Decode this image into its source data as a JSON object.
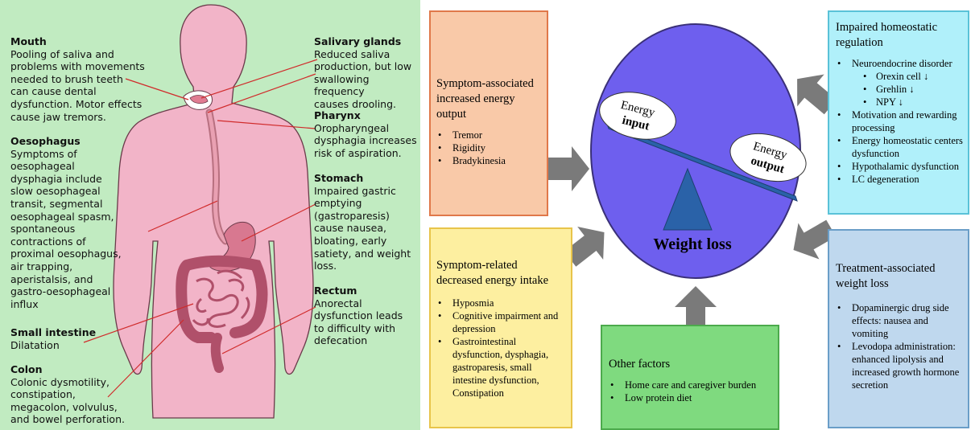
{
  "anatomy": {
    "mouth": {
      "title": "Mouth",
      "lines": [
        "Pooling of saliva and",
        "problems with movements",
        "needed to brush teeth",
        "can cause dental",
        "dysfunction. Motor effects",
        "cause jaw tremors."
      ]
    },
    "oesophagus": {
      "title": "Oesophagus",
      "lines": [
        "Symptoms of",
        "oesophageal",
        "dysphagia include",
        "slow oesophageal",
        "transit, segmental",
        "oesophageal spasm,",
        "spontaneous",
        "contractions of",
        "proximal oesophagus,",
        "air trapping,",
        "aperistalsis, and",
        "gastro-oesophageal",
        "influx"
      ]
    },
    "small_intestine": {
      "title": "Small intestine",
      "lines": [
        "Dilatation"
      ]
    },
    "colon": {
      "title": "Colon",
      "lines": [
        "Colonic dysmotility,",
        "constipation,",
        "megacolon, volvulus,",
        "and bowel perforation."
      ]
    },
    "salivary": {
      "title": "Salivary glands",
      "lines": [
        "Reduced saliva",
        "production, but low",
        "swallowing frequency",
        "causes drooling."
      ]
    },
    "pharynx": {
      "title": "Pharynx",
      "lines": [
        "Oropharyngeal",
        "dysphagia increases",
        "risk of aspiration."
      ]
    },
    "stomach": {
      "title": "Stomach",
      "lines": [
        "Impaired gastric",
        "emptying",
        "(gastroparesis)",
        "cause nausea,",
        "bloating, early",
        "satiety, and weight",
        "loss."
      ]
    },
    "rectum": {
      "title": "Rectum",
      "lines": [
        "Anorectal",
        "dysfunction leads",
        "to difficulty with",
        "defecation"
      ]
    }
  },
  "boxes": {
    "output": {
      "title_lines": [
        "Symptom-associated",
        "increased energy output"
      ],
      "items": [
        "Tremor",
        "Rigidity",
        "Bradykinesia"
      ]
    },
    "intake": {
      "title_lines": [
        "Symptom-related",
        "decreased energy intake"
      ],
      "items": [
        "Hyposmia",
        "Cognitive impairment and depression",
        "Gastrointestinal dysfunction, dysphagia, gastroparesis, small intestine dysfunction, Constipation"
      ]
    },
    "other": {
      "title_lines": [
        "Other factors"
      ],
      "items": [
        "Home care and caregiver burden",
        "Low protein diet"
      ]
    },
    "homeostatic": {
      "title_lines": [
        "Impaired homeostatic",
        "regulation"
      ],
      "items": [
        "Neuroendocrine disorder",
        "Orexin cell ↓",
        "Grehlin ↓",
        "NPY ↓",
        "Motivation and rewarding processing",
        "Energy homeostatic centers dysfunction",
        "Hypothalamic dysfunction",
        "LC degeneration"
      ]
    },
    "treatment": {
      "title_lines": [
        "Treatment-associated",
        "weight loss"
      ],
      "items": [
        "Dopaminergic drug side effects: nausea and vomiting",
        "Levodopa administration: enhanced lipolysis and increased growth hormone secretion"
      ]
    }
  },
  "center": {
    "input_lines": [
      "Energy",
      "input"
    ],
    "output_lines": [
      "Energy",
      "output"
    ],
    "weight_loss": "Weight loss"
  },
  "colors": {
    "left_bg": "#c1ebc1",
    "body": "#f2b4c8",
    "circle": "#6e5fee",
    "beam": "#2a62a8",
    "arrow": "#7a7a7a",
    "output_box": "#f9c9a8",
    "intake_box": "#fdefa0",
    "other_box": "#7fda7f",
    "homeostatic_box": "#b0f0fa",
    "treatment_box": "#bfd8ee"
  }
}
